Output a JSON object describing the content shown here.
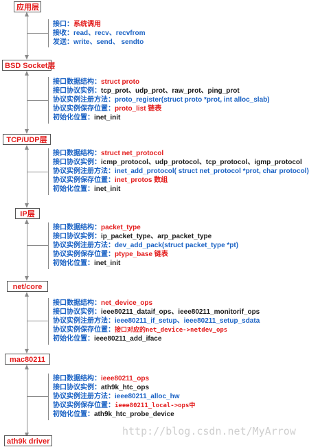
{
  "layers": {
    "app": "应用层",
    "bsd": "BSD Socket层",
    "tcpudp": "TCP/UDP层",
    "ip": "IP层",
    "netcore": "net/core",
    "mac": "mac80211",
    "ath": "ath9k driver"
  },
  "blocks": {
    "app": {
      "l1": {
        "label": "接口：",
        "value": "系统调用"
      },
      "l2": {
        "label": "接收：",
        "value": "read、recv、recvfrom"
      },
      "l3": {
        "label": "发送：",
        "value": "write、send、 sendto"
      }
    },
    "bsd": {
      "l1": {
        "label": "接口数据结构：",
        "value": "struct proto"
      },
      "l2": {
        "label": "接口协议实例：",
        "value": "tcp_prot、udp_prot、raw_prot、ping_prot"
      },
      "l3": {
        "label": "协议实例注册方法：",
        "value": "proto_register(struct proto *prot, int alloc_slab)"
      },
      "l4": {
        "label": "协议实例保存位置：",
        "value": "proto_list  链表"
      },
      "l5": {
        "label": "初始化位置：",
        "value": "inet_init"
      }
    },
    "tcpudp": {
      "l1": {
        "label": "接口数据结构：",
        "value": "struct net_protocol"
      },
      "l2": {
        "label": "接口协议实例：",
        "value": "icmp_protocol、udp_protocol、tcp_protocol、igmp_protocol"
      },
      "l3": {
        "label": "协议实例注册方法：",
        "value": "inet_add_protocol( struct net_protocol *prot, char protocol)"
      },
      "l4": {
        "label": "协议实例保存位置：",
        "value": "inet_protos  数组"
      },
      "l5": {
        "label": "初始化位置：",
        "value": "inet_init"
      }
    },
    "ip": {
      "l1": {
        "label": "接口数据结构：",
        "value": "packet_type"
      },
      "l2": {
        "label": "接口协议实例：",
        "value": "ip_packet_type、arp_packet_type"
      },
      "l3": {
        "label": "协议实例注册方法：",
        "value": "dev_add_pack(struct packet_type *pt)"
      },
      "l4": {
        "label": "协议实例保存位置：",
        "value": "ptype_base  链表"
      },
      "l5": {
        "label": "初始化位置：",
        "value": "inet_init"
      }
    },
    "netcore": {
      "l1": {
        "label": "接口数据结构：",
        "value": "net_device_ops"
      },
      "l2": {
        "label": "接口协议实例：",
        "value": "ieee80211_dataif_ops、ieee80211_monitorif_ops"
      },
      "l3": {
        "label": "协议实例注册方法：",
        "value": "ieee80211_if_setup、ieee80211_setup_sdata"
      },
      "l4": {
        "label": "协议实例保存位置：",
        "value": "接口对应的net_device->netdev_ops"
      },
      "l5": {
        "label": "初始化位置：",
        "value": "ieee80211_add_iface"
      }
    },
    "mac": {
      "l1": {
        "label": "接口数据结构：",
        "value": "ieee80211_ops"
      },
      "l2": {
        "label": "接口协议实例：",
        "value": "ath9k_htc_ops"
      },
      "l3": {
        "label": "协议实例注册方法：",
        "value": "ieee80211_alloc_hw"
      },
      "l4": {
        "label": "协议实例保存位置：",
        "value": "ieee80211_local->ops中"
      },
      "l5": {
        "label": "初始化位置：",
        "value": "ath9k_htc_probe_device"
      }
    }
  },
  "watermark": "http://blog.csdn.net/MyArrow",
  "colors": {
    "label": "#1a62c4",
    "highlight": "#e31b1b",
    "text": "#1a1a1a",
    "line": "#8a8a8a"
  }
}
